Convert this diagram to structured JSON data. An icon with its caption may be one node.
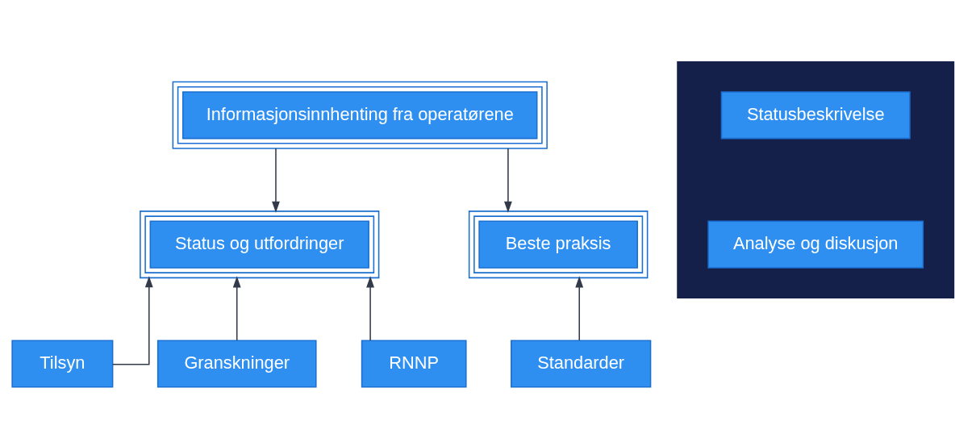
{
  "diagram": {
    "nodes": [
      {
        "text": [
          "Informasjonsinnhenting fra operatørene"
        ]
      },
      {
        "text": [
          "Status og utfordringer"
        ]
      },
      {
        "text": [
          "Beste praksis"
        ]
      },
      {
        "text": [
          "Tilsyn"
        ]
      },
      {
        "text": [
          "Granskninger"
        ]
      },
      {
        "text": [
          "RNNP"
        ]
      },
      {
        "text": [
          "Standarder"
        ]
      },
      {
        "text": [],
        "shape": "box"
      },
      {
        "text": [
          "Statusbeskrivelse"
        ],
        "in": 7
      },
      {
        "text": [
          "Analyse og diskusjon"
        ],
        "in": 7
      }
    ],
    "edges": [
      {
        "from": 0,
        "to": 1,
        "arrow": "to"
      },
      {
        "from": 0,
        "to": 2,
        "arrow": "to"
      },
      {
        "from": 3,
        "to": 1,
        "arrow": "to"
      },
      {
        "from": 4,
        "to": 1,
        "arrow": "to"
      },
      {
        "from": 5,
        "to": 1,
        "arrow": "to"
      },
      {
        "from": 6,
        "to": 2,
        "arrow": "to"
      }
    ]
  }
}
